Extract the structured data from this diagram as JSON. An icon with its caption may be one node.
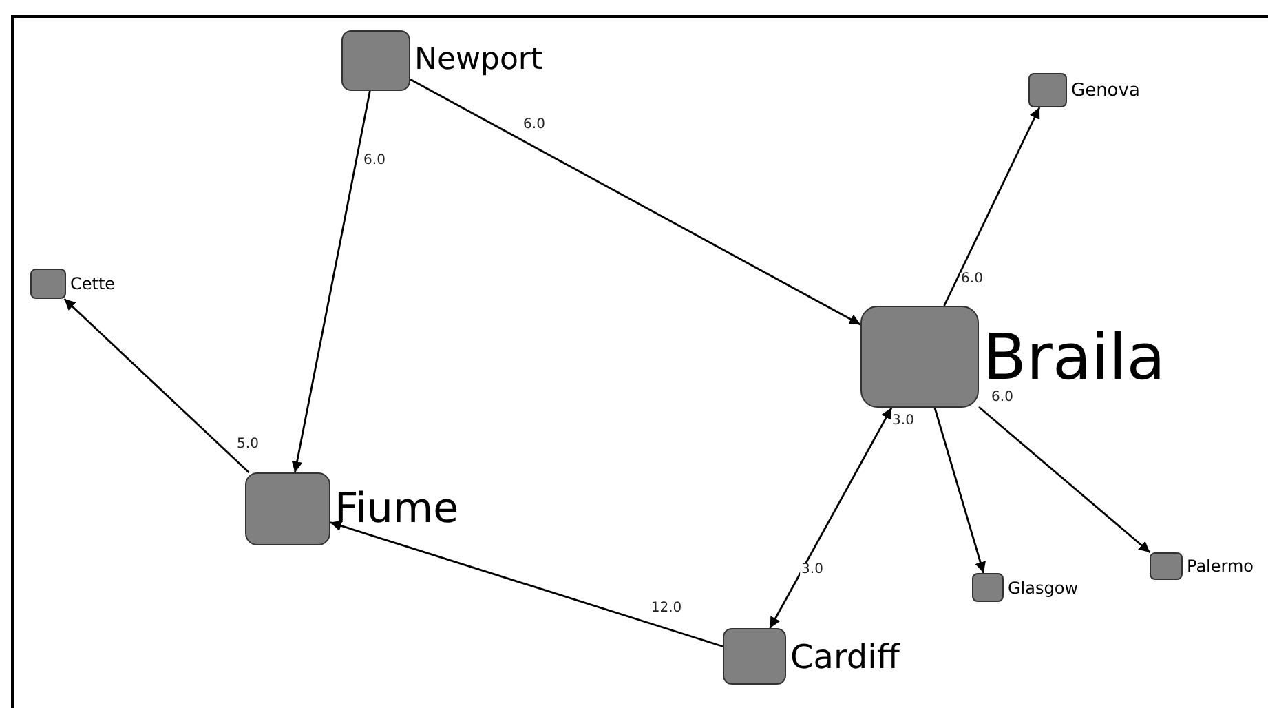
{
  "diagram": {
    "nodes": [
      {
        "text": [
          "Newport"
        ]
      },
      {
        "text": [
          "Genova"
        ]
      },
      {
        "text": [
          "Cette"
        ]
      },
      {
        "text": [
          "Braila"
        ]
      },
      {
        "text": [
          "Fiume"
        ]
      },
      {
        "text": [
          "Glasgow"
        ]
      },
      {
        "text": [
          "Palermo"
        ]
      },
      {
        "text": [
          "Cardiff"
        ]
      }
    ],
    "edges": [
      {
        "from": 0,
        "to": 3,
        "arrow": "to",
        "label": "6.0"
      },
      {
        "from": 0,
        "to": 4,
        "arrow": "to",
        "label": "6.0"
      },
      {
        "from": 3,
        "to": 1,
        "arrow": "to",
        "label": "6.0"
      },
      {
        "from": 4,
        "to": 2,
        "arrow": "to",
        "label": "5.0"
      },
      {
        "from": 3,
        "to": 6,
        "arrow": "to",
        "label": "6.0"
      },
      {
        "from": 3,
        "to": 5,
        "arrow": "to"
      },
      {
        "from": 7,
        "to": 4,
        "arrow": "to",
        "label": "12.0"
      },
      {
        "from": 7,
        "to": 3,
        "arrow": "both",
        "label": "3.0"
      }
    ],
    "labels": [
      "3.0"
    ]
  }
}
